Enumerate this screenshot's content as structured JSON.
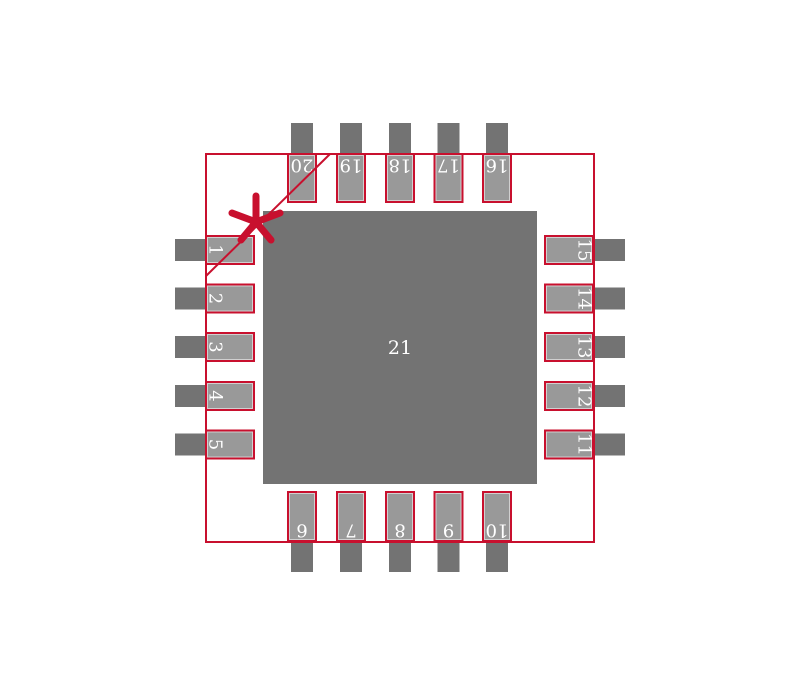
{
  "colors": {
    "outline": "#c8102e",
    "body_pad": "#737373",
    "pad": "#999999",
    "stub": "#737373",
    "label": "#ffffff"
  },
  "center_pad": {
    "label": "21"
  },
  "pin1_marker": "asterisk-icon",
  "pins": {
    "left": [
      "1",
      "2",
      "3",
      "4",
      "5"
    ],
    "bottom": [
      "6",
      "7",
      "8",
      "9",
      "10"
    ],
    "right": [
      "11",
      "12",
      "13",
      "14",
      "15"
    ],
    "top": [
      "16",
      "17",
      "18",
      "19",
      "20"
    ]
  }
}
